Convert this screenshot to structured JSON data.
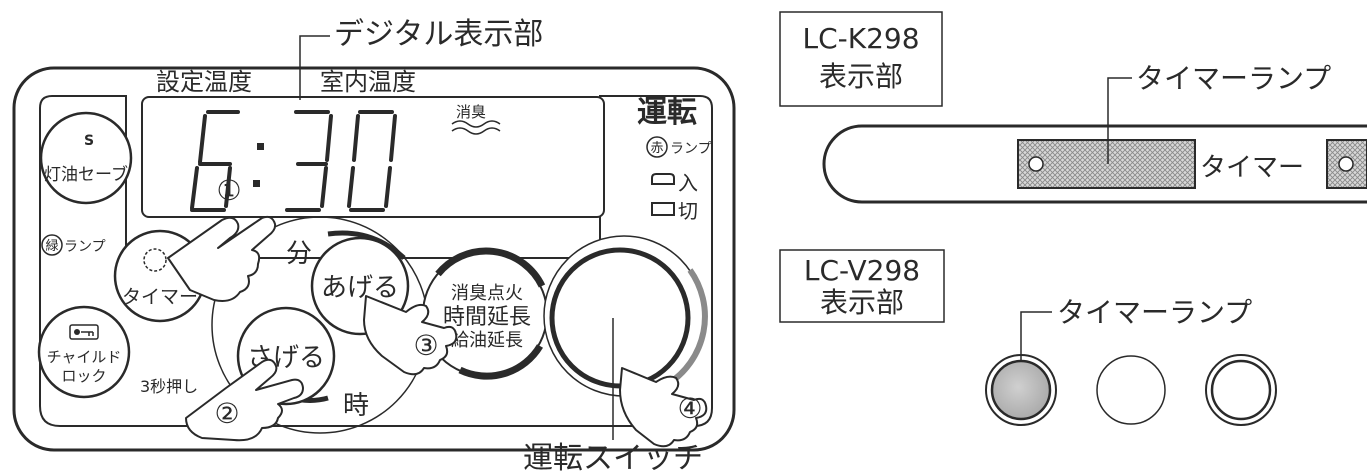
{
  "callouts": {
    "digital_display": "デジタル表示部",
    "run_switch": "運転スイッチ",
    "timer_lamp_k": "タイマーランプ",
    "timer_lamp_v": "タイマーランプ"
  },
  "panel": {
    "header_set_temp": "設定温度",
    "header_room_temp": "室内温度",
    "display_time": "6:30",
    "deodor_label": "消臭",
    "run_title": "運転",
    "red_marker": "赤",
    "lamp_text": "ランプ",
    "on_label": "入",
    "off_label": "切",
    "kerosene_icon": "S",
    "kerosene_line1": "灯油セーブ",
    "green_marker": "緑",
    "green_lamp": "ランプ",
    "timer_button": "タイマー",
    "minute_label": "分",
    "hour_label": "時",
    "up_button": "あげる",
    "down_button": "さげる",
    "extend_line1": "消臭点火",
    "extend_line2": "時間延長",
    "extend_line3": "給油延長",
    "child_lock_line1": "チャイルド",
    "child_lock_line2": "ロック",
    "hold_hint": "3秒押し",
    "step1": "①",
    "step2": "②",
    "step3": "③",
    "step4": "④"
  },
  "model_k": {
    "label_line1": "LC-K298",
    "label_line2": "表示部",
    "timer_text": "タイマー"
  },
  "model_v": {
    "label_line1": "LC-V298",
    "label_line2": "表示部"
  }
}
